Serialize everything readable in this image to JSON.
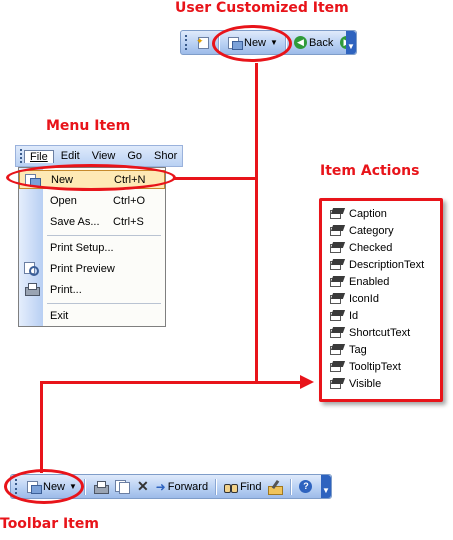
{
  "labels": {
    "user_customized": "User Customized Item",
    "menu_item": "Menu Item",
    "item_actions": "Item Actions",
    "toolbar_item": "Toolbar Item"
  },
  "top_toolbar": {
    "new_label": "New",
    "back_label": "Back"
  },
  "menu": {
    "bar_items": [
      "File",
      "Edit",
      "View",
      "Go",
      "Shor"
    ],
    "items": [
      {
        "label": "New",
        "shortcut": "Ctrl+N"
      },
      {
        "label": "Open",
        "shortcut": "Ctrl+O"
      },
      {
        "label": "Save As...",
        "shortcut": "Ctrl+S"
      },
      {
        "label": "Print Setup...",
        "shortcut": ""
      },
      {
        "label": "Print Preview",
        "shortcut": ""
      },
      {
        "label": "Print...",
        "shortcut": ""
      },
      {
        "label": "Exit",
        "shortcut": ""
      }
    ]
  },
  "actions": [
    "Caption",
    "Category",
    "Checked",
    "DescriptionText",
    "Enabled",
    "IconId",
    "Id",
    "ShortcutText",
    "Tag",
    "TooltipText",
    "Visible"
  ],
  "bottom_toolbar": {
    "new_label": "New",
    "forward_label": "Forward",
    "find_label": "Find"
  },
  "colors": {
    "annotation": "#e8141a",
    "toolbar_blue": "#b9d1f3",
    "highlight": "#fee9b5"
  }
}
